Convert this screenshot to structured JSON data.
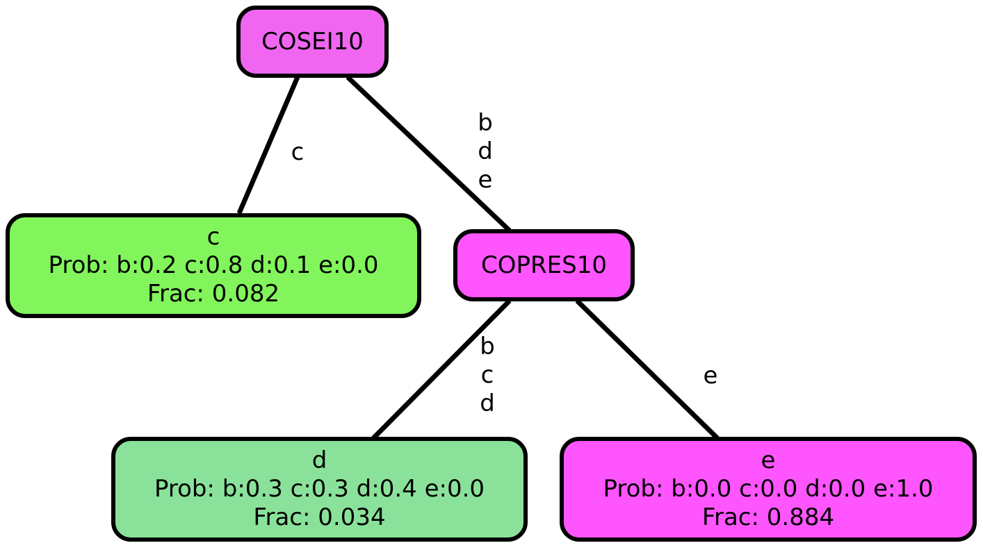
{
  "colors": {
    "internal_node": "#f066f0",
    "internal_node_bright": "#ff55ff",
    "leaf_c": "#82f55c",
    "leaf_d": "#8ae29a",
    "leaf_e": "#ff55ff",
    "stroke": "#000000"
  },
  "nodes": {
    "root": {
      "label": "COSEI10"
    },
    "copres": {
      "label": "COPRES10"
    },
    "leaf_c": {
      "title": "c",
      "prob": "Prob: b:0.2 c:0.8 d:0.1 e:0.0",
      "frac": "Frac: 0.082"
    },
    "leaf_d": {
      "title": "d",
      "prob": "Prob: b:0.3 c:0.3 d:0.4 e:0.0",
      "frac": "Frac: 0.034"
    },
    "leaf_e": {
      "title": "e",
      "prob": "Prob: b:0.0 c:0.0 d:0.0 e:1.0",
      "frac": "Frac: 0.884"
    }
  },
  "edges": {
    "root_to_c": [
      "c"
    ],
    "root_to_copres": [
      "b",
      "d",
      "e"
    ],
    "copres_to_d": [
      "b",
      "c",
      "d"
    ],
    "copres_to_e": [
      "e"
    ]
  }
}
